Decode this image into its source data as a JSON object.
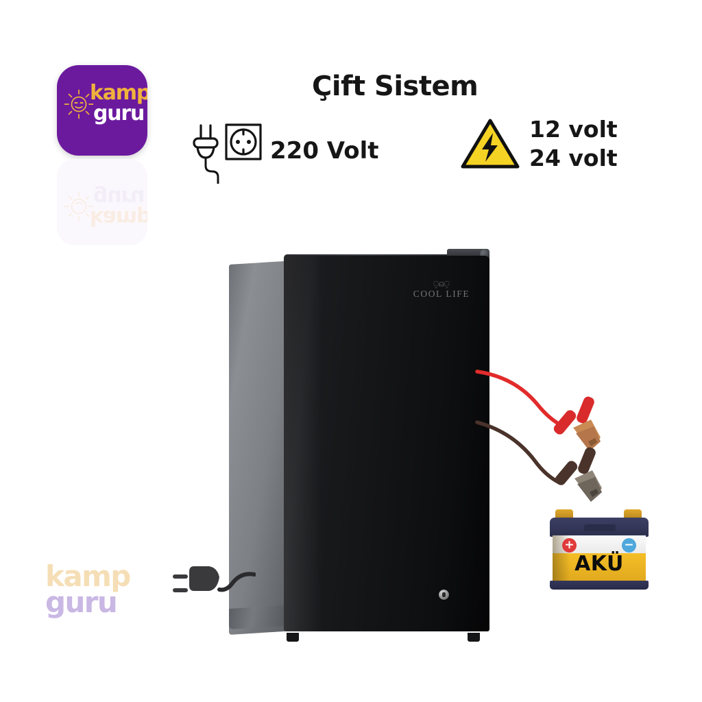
{
  "brand": {
    "tile_name": "kamp-guru-logo",
    "word_top": "kamp",
    "word_bottom": "guru",
    "sun_icon": "sun-face-icon",
    "tile_color": "#6B1A9E",
    "word_top_color": "#F0B23C",
    "word_bottom_color": "#FFFFFF"
  },
  "headline": {
    "text": "Çift Sistem"
  },
  "ac_power": {
    "label": "220 Volt",
    "plug_icon": "power-plug-icon",
    "socket_icon": "wall-socket-icon"
  },
  "dc_power": {
    "warning_icon": "high-voltage-warning-icon",
    "warning_color": "#F5D324",
    "line1": "12 volt",
    "line2": "24 volt"
  },
  "product": {
    "brand_crown": "crown-emblem",
    "brand_text": "COOL LIFE",
    "door_color": "#101012",
    "side_color": "#7d8084",
    "lock_icon": "door-keylock-icon",
    "handle_icon": "door-handle",
    "plug_icon": "euro-plug-icon"
  },
  "cables": {
    "positive_color": "#E22B2B",
    "negative_color": "#4A332B",
    "positive_clamp": "red-alligator-clamp",
    "negative_clamp": "brown-alligator-clamp"
  },
  "battery": {
    "label": "AKÜ",
    "plus_symbol": "+",
    "minus_symbol": "−",
    "body_color": "#F5BE27",
    "top_color": "#3C3F63",
    "plus_color": "#E03A3A",
    "minus_color": "#4FA8DC"
  },
  "watermark": {
    "word_top": "kamp",
    "word_bottom": "guru",
    "word_top_color": "#F5DEB6",
    "word_bottom_color": "#C9B7E4"
  }
}
